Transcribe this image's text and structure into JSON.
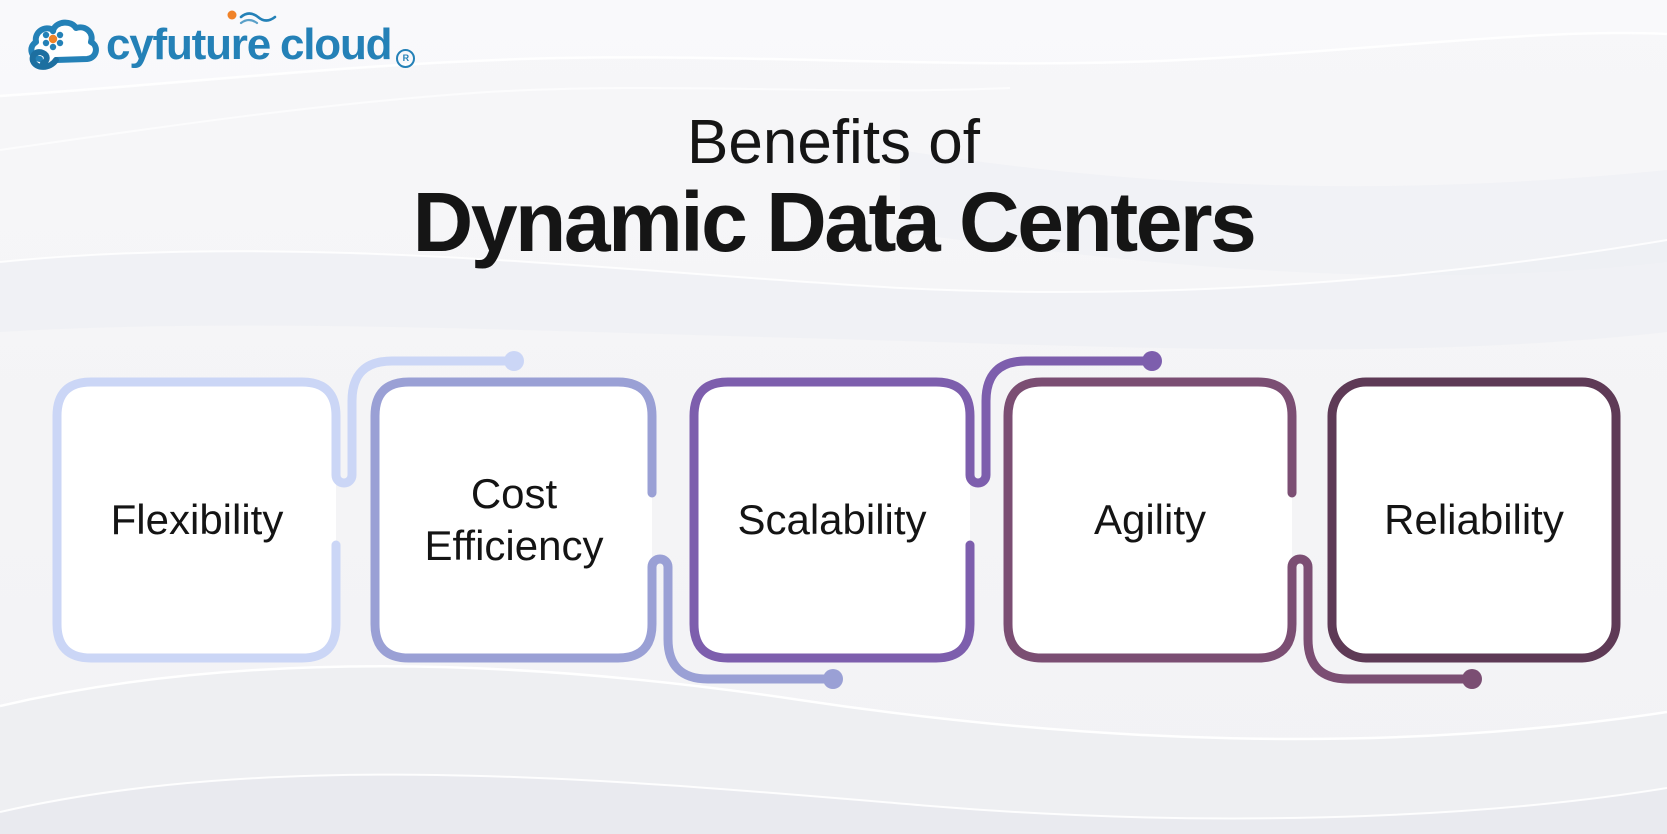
{
  "brand": {
    "name_first": "cyfuture",
    "name_second": "cloud",
    "registered_mark": "R",
    "logo_blue": "#2481b7",
    "logo_blue_dark": "#1d6fa0",
    "accent_orange": "#f08228"
  },
  "header": {
    "title_line1": "Benefits of",
    "title_line2": "Dynamic Data Centers"
  },
  "benefits": [
    {
      "label": "Flexibility",
      "border_color": "#cbd6f6"
    },
    {
      "label": "Cost Efficiency",
      "border_color": "#9aa0d5"
    },
    {
      "label": "Scalability",
      "border_color": "#7d5ead"
    },
    {
      "label": "Agility",
      "border_color": "#7b4e73"
    },
    {
      "label": "Reliability",
      "border_color": "#5e3a56"
    }
  ],
  "background": {
    "base_color": "#f4f4f6",
    "wave_tint": "#ecedf2",
    "card_fill": "#ffffff"
  }
}
